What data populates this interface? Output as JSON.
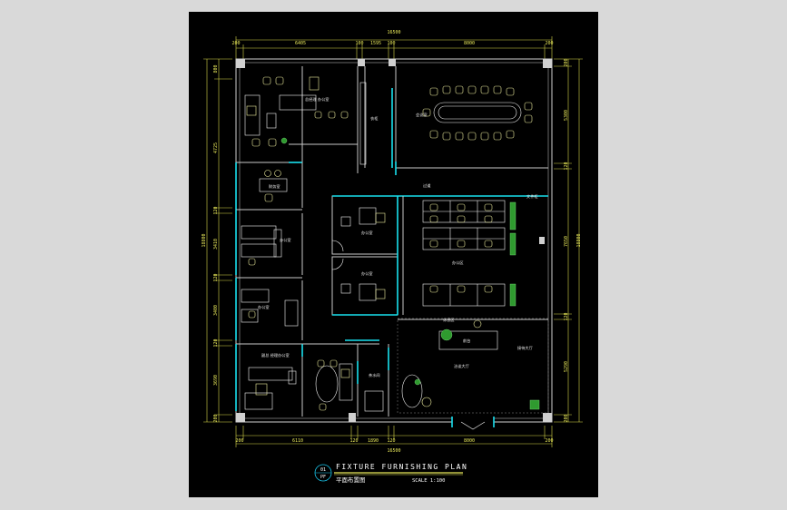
{
  "drawing": {
    "title_en": "FIXTURE FURNISHING PLAN",
    "title_cn": "平面布置图",
    "scale": "SCALE 1:100",
    "sheet_no": "01",
    "sheet_code": "PF"
  },
  "dims": {
    "top_total": "16500",
    "top_segments": [
      "200",
      "6405",
      "100",
      "1595",
      "100",
      "8000",
      "200"
    ],
    "bottom_total": "16500",
    "bottom_segments": [
      "200",
      "6110",
      "120",
      "1890",
      "120",
      "8000",
      "200"
    ],
    "left_total": "18800",
    "left_segments": [
      "800",
      "4725",
      "120",
      "3410",
      "120",
      "3400",
      "120",
      "3690",
      "200"
    ],
    "right_total": "18800",
    "right_segments": [
      "200",
      "5300",
      "120",
      "7650",
      "120",
      "5290",
      "200"
    ]
  },
  "rooms": {
    "manager_office_1": "总经理 办公室",
    "closet": "衣柜",
    "meeting_room": "会议室",
    "finance_room": "财务室",
    "corridor": "过道",
    "office_a": "办公室",
    "office_b": "办公室",
    "office_c": "办公室",
    "office_d": "办公室",
    "open_office": "办公区",
    "filing_cabinet": "文件柜",
    "reception": "前台",
    "rest_area": "休息区",
    "manager_office_2": "副总 经理办公室",
    "pantry": "茶水间",
    "lounge": "洽谈大厅",
    "lobby": "接待大厅"
  }
}
